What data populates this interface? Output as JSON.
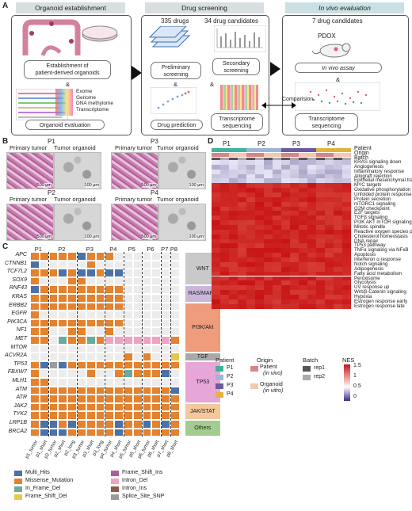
{
  "panel_A": {
    "letter": "A",
    "headers": [
      "Organoid establishment",
      "Drug screening",
      "In vivo evaluation"
    ],
    "establish": "Establishment of\npatient-derived organoids",
    "amp1": "&",
    "omics": [
      "Exome",
      "Genome",
      "DNA methylome",
      "Transcriptome"
    ],
    "org_eval": "Organoid evaluation",
    "drugs335": "335 drugs",
    "prelim": "Preliminary\nscreening",
    "amp2": "&",
    "drug_pred": "Drug prediction",
    "cand34": "34 drug candidates",
    "secondary": "Secondary\nscreening",
    "amp3": "&",
    "tx_seq1": "Transcriptome\nsequencing",
    "comparison": "Comparision",
    "cand7": "7 drug candidates",
    "pdox": "PDOX",
    "invivo": "In vivo assay",
    "amp4": "&",
    "tx_seq2": "Transcriptome\nsequencing"
  },
  "panel_B": {
    "letter": "B",
    "groups": [
      {
        "patient": "P1",
        "primary": "Primary tumor",
        "org": "Tumor organoid",
        "s1": "500 μm",
        "s2": "100 μm"
      },
      {
        "patient": "P3",
        "primary": "Primary tumor",
        "org": "Tumor organoid",
        "s1": "500 μm",
        "s2": "100 μm"
      },
      {
        "patient": "P2",
        "primary": "Primary tumor",
        "org": "Tumor organoid",
        "s1": "500 μm",
        "s2": "100 μm"
      },
      {
        "patient": "P4",
        "primary": "Primary tumor",
        "org": "Tumor organoid",
        "s1": "500 μm",
        "s2": "100 μm"
      }
    ]
  },
  "panel_C": {
    "letter": "C",
    "patients": [
      "P1",
      "P2",
      "P3",
      "P4",
      "P5",
      "P6",
      "P7",
      "P8"
    ],
    "genes": [
      "APC",
      "CTNNB1",
      "TCF7L2",
      "SOX9",
      "RNF43",
      "KRAS",
      "ERBB2",
      "EGFR",
      "PIK3CA",
      "NF1",
      "MET",
      "MTOR",
      "ACVR2A",
      "TP53",
      "FBXW7",
      "MLH1",
      "ATM",
      "ATR",
      "JAK2",
      "TYK2",
      "LRP1B",
      "BRCA2"
    ],
    "samples": [
      "p1_tumor",
      "p1_short",
      "p2_tumor",
      "p2_short",
      "p2_long",
      "p3_tumor",
      "p3_short",
      "p3_long",
      "p4_tumor",
      "p4_short",
      "p5_tumor",
      "p5_short",
      "p6_tumor",
      "p6_short",
      "p7_short",
      "p8_short"
    ],
    "pathways": [
      {
        "name": "WNT",
        "color": "#c9c9c9"
      },
      {
        "name": "RAS/MAPK",
        "color": "#c9b6d8"
      },
      {
        "name": "PI3K/Akt",
        "color": "#ee9c7c"
      },
      {
        "name": "TGF",
        "color": "#a9a9a9"
      },
      {
        "name": "TP53",
        "color": "#e6a6d8"
      },
      {
        "name": "JAK/STAT",
        "color": "#f4c89c"
      },
      {
        "name": "Others",
        "color": "#a4cc90"
      }
    ],
    "legend": [
      {
        "name": "Multi_Hits",
        "color": "#4a72a8"
      },
      {
        "name": "Missense_Mutation",
        "color": "#e4822e"
      },
      {
        "name": "In_Frame_Del",
        "color": "#6bab9c"
      },
      {
        "name": "Frame_Shift_Del",
        "color": "#e6c84a"
      },
      {
        "name": "Frame_Shift_Ins",
        "color": "#a7609a"
      },
      {
        "name": "Intron_Del",
        "color": "#efa3c2"
      },
      {
        "name": "Intron_Ins",
        "color": "#8c5a4b"
      },
      {
        "name": "Splice_Site_SNP",
        "color": "#9b9b9b"
      }
    ],
    "matrix": [
      "MMMMMBMMM.......",
      "B.....M.........",
      "MMMBMBBMBB......",
      "M...MM..........",
      "BMMMMMMMMM......",
      "MMMMMMMMMM......",
      "MMMMMMMMMM......",
      "M...............",
      "MMMMMMMMMM......",
      "MM..MM..M.......",
      "MM.NMMNMIIIIIIIM",
      "................",
      "..........M.M..F",
      "MBSBMMMMMMMMMMMM",
      "M.....M..MGMMMB.",
      "MM..............",
      "MMMMMMMMMMMMMMMB",
      "MMMMMMMMMMMMMMMM",
      "MMMMMMMMMMMMMMMM",
      "MMMMMMMMMMMMMMMM",
      "MBBMBMMMMBMMBMBM",
      "MBBBMMMMMBMMMMMM"
    ]
  },
  "panel_D": {
    "letter": "D",
    "patients": [
      "P1",
      "P2",
      "P3",
      "P4"
    ],
    "annot_labels": [
      "Patient",
      "Origin",
      "Batch"
    ],
    "rows": [
      "KRAS signaling down",
      "Angiogenesis",
      "Inflammatory response",
      "Allograft rejection",
      "Epithelial mesenchymal transition",
      "MYC targets",
      "Oxidative phosphorylation",
      "Unfolded protein response",
      "Protein secretion",
      "mTORC1 signaling",
      "G2M checkpoint",
      "E2F targets",
      "TGFβ signaling",
      "PI3K AKT mTOR signaling",
      "Mitotic spindle",
      "Reactive oxygen species pathway",
      "Cholesterol homeostasis",
      "DNA repair",
      "TP53 pathway",
      "TNFα signaling via NFκB",
      "Apoptosis",
      "Interferon α response",
      "Notch signaling",
      "Adipogenesis",
      "Fatty acid metabolism",
      "Peroxisome",
      "Glycolysis",
      "UV response up",
      "Wnt/β-Catenin signaling",
      "Hypoxia",
      "Estrogen response early",
      "Estrogen response late"
    ],
    "legend": {
      "patient_title": "Patient",
      "patients": [
        {
          "name": "P1",
          "color": "#3fb39b"
        },
        {
          "name": "P2",
          "color": "#9fb4d6"
        },
        {
          "name": "P3",
          "color": "#6b5a9e"
        },
        {
          "name": "P4",
          "color": "#e3b33e"
        }
      ],
      "origin_title": "Origin",
      "origin": [
        {
          "name": "Patient",
          "sub": "(in vivo)",
          "color": "#d8858a"
        },
        {
          "name": "Organoid",
          "sub": "(in vitro)",
          "color": "#f0c9b6"
        }
      ],
      "batch_title": "Batch",
      "batch": [
        {
          "name": "rep1",
          "color": "#555555"
        },
        {
          "name": "rep2",
          "color": "#aaaaaa"
        }
      ],
      "nes_title": "NES",
      "nes_ticks": [
        "1.5",
        "1",
        "0.5",
        "0"
      ]
    }
  }
}
